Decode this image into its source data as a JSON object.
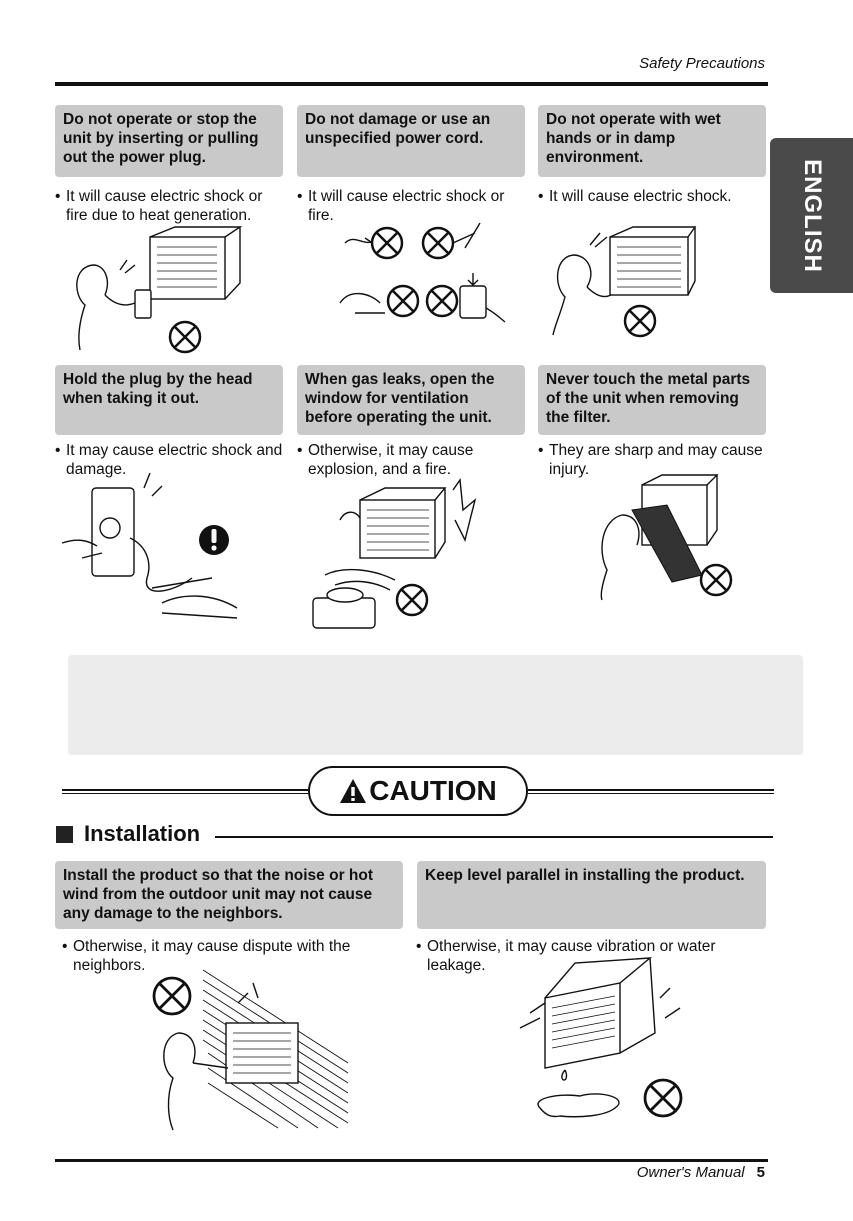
{
  "header": {
    "title": "Safety Precautions"
  },
  "side_tab": {
    "label": "ENGLISH"
  },
  "warnings": [
    {
      "title": "Do not operate or stop the unit by inserting or pulling out the power plug.",
      "bullet": "It will cause electric shock or fire due to heat generation."
    },
    {
      "title": "Do not damage or use an unspecified power cord.",
      "bullet": "It will cause electric shock or fire."
    },
    {
      "title": "Do not operate with wet hands or in damp environment.",
      "bullet": "It will cause electric shock."
    },
    {
      "title": "Hold the plug by the head when taking it out.",
      "bullet": "It may cause electric shock and damage."
    },
    {
      "title": "When gas leaks, open the window for ventilation before operating the unit.",
      "bullet": "Otherwise, it may cause explosion, and a fire."
    },
    {
      "title": "Never touch the metal parts of the unit when removing the filter.",
      "bullet": "They are sharp and may cause injury."
    }
  ],
  "caution": {
    "label": "CAUTION"
  },
  "section": {
    "title": "Installation"
  },
  "installation": [
    {
      "title": "Install the product so that the noise or hot wind from the outdoor unit may not cause any damage to the neighbors.",
      "bullet": "Otherwise, it may cause dispute with the neighbors."
    },
    {
      "title": "Keep level parallel in installing the product.",
      "bullet": "Otherwise, it may cause vibration or water leakage."
    }
  ],
  "footer": {
    "label": "Owner's Manual",
    "page": "5"
  },
  "icons": [
    "prohibition-icon",
    "exclamation-icon",
    "warning-triangle-icon"
  ]
}
